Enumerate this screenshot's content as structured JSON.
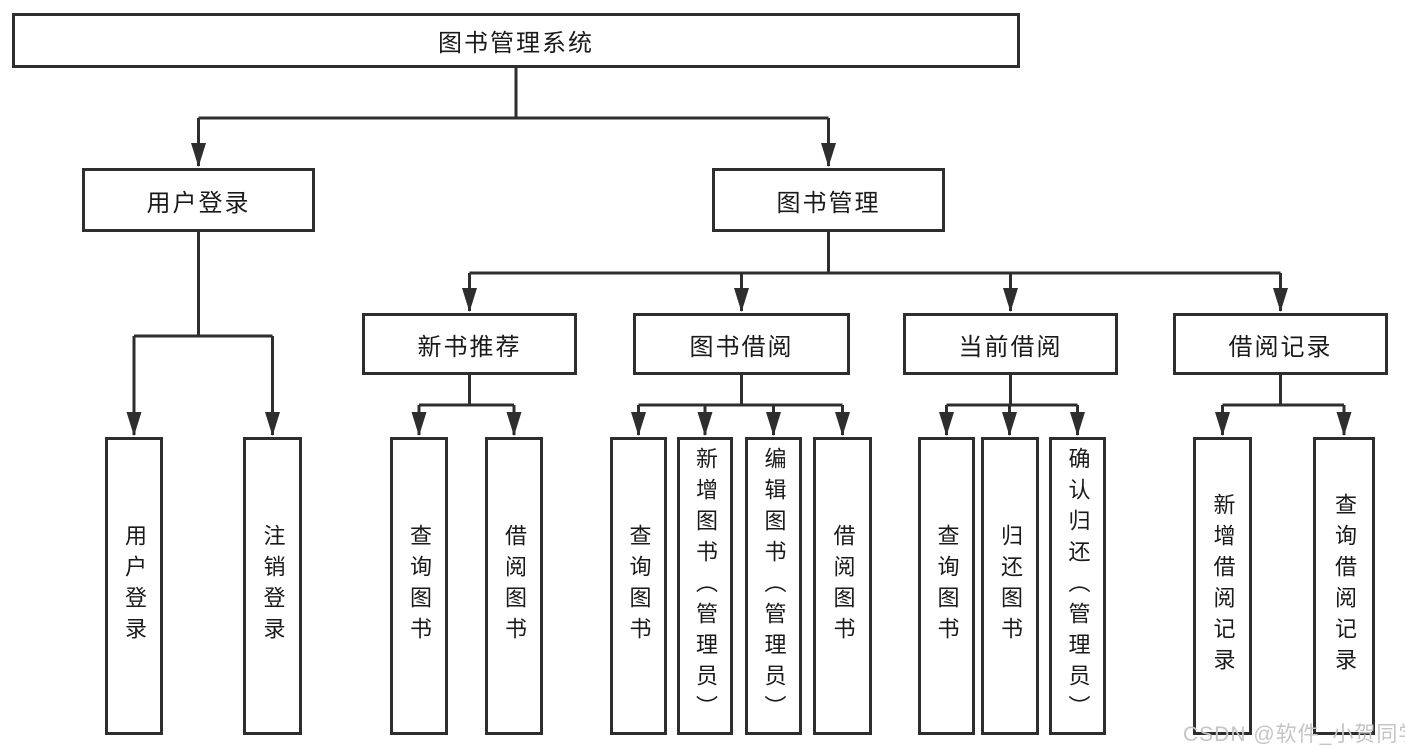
{
  "diagram": {
    "root": {
      "label": "图书管理系统"
    },
    "branches": [
      {
        "label": "用户登录",
        "children": [
          {
            "label": "用户登录"
          },
          {
            "label": "注销登录"
          }
        ]
      },
      {
        "label": "图书管理",
        "sections": [
          {
            "label": "新书推荐",
            "children": [
              {
                "label": "查询图书"
              },
              {
                "label": "借阅图书"
              }
            ]
          },
          {
            "label": "图书借阅",
            "children": [
              {
                "label": "查询图书"
              },
              {
                "label": "新增图书（管理员）"
              },
              {
                "label": "编辑图书（管理员）"
              },
              {
                "label": "借阅图书"
              }
            ]
          },
          {
            "label": "当前借阅",
            "children": [
              {
                "label": "查询图书"
              },
              {
                "label": "归还图书"
              },
              {
                "label": "确认归还（管理员）"
              }
            ]
          },
          {
            "label": "借阅记录",
            "children": [
              {
                "label": "新增借阅记录"
              },
              {
                "label": "查询借阅记录"
              }
            ]
          }
        ]
      }
    ]
  },
  "watermark": {
    "text": "CSDN @软件_小贺同学"
  },
  "colors": {
    "line": "#2e2e2e",
    "box_border": "#2e2e2e",
    "box_fill": "#ffffff",
    "text": "#1a1a1a",
    "watermark": "#c5c5c5",
    "background": "#ffffff"
  }
}
